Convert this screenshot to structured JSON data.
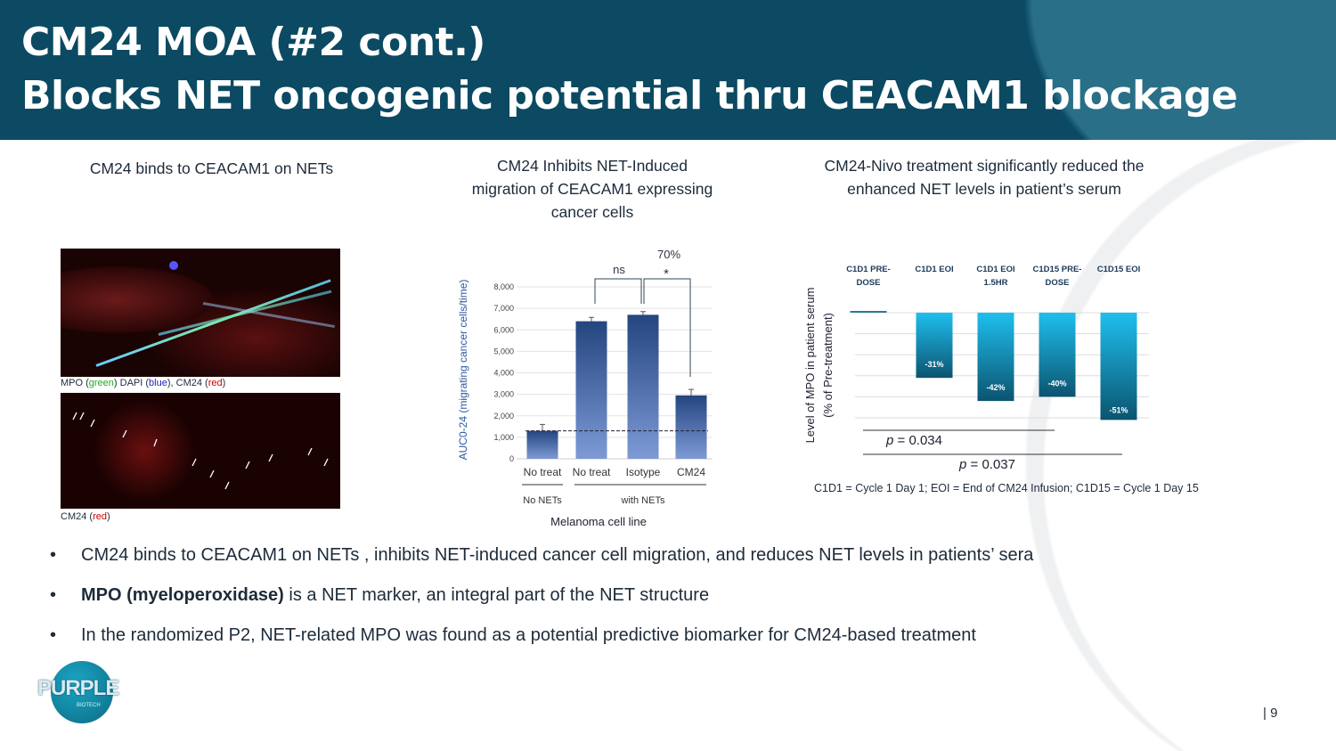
{
  "header": {
    "title_line1": "CM24 MOA (#2 cont.)",
    "title_line2": "Blocks NET oncogenic potential thru CEACAM1 blockage"
  },
  "panel1": {
    "caption": "CM24 binds to CEACAM1 on NETs",
    "image1_legend": {
      "mpo": "MPO (",
      "green": "green",
      "dapi": ") DAPI (",
      "blue": "blue",
      "cm24": "), CM24 (",
      "red": "red",
      "end": ")"
    },
    "image2_legend": {
      "cm24": "CM24 (",
      "red": "red",
      "end": ")"
    }
  },
  "panel2": {
    "caption_lines": [
      "CM24 Inhibits NET-Induced",
      "migration of CEACAM1 expressing",
      "cancer cells"
    ]
  },
  "panel3": {
    "caption_lines": [
      "CM24-Nivo treatment significantly reduced the",
      "enhanced NET levels in patient’s serum"
    ],
    "footnote": "C1D1 = Cycle 1 Day 1; EOI = End of CM24 Infusion; C1D15 = Cycle 1 Day 15"
  },
  "chart_data": [
    {
      "type": "bar",
      "title": "",
      "ylabel": "AUC0-24 (migrating cancer cells/time)",
      "xlabel": "Melanoma cell line",
      "ylim": [
        0,
        8000
      ],
      "yticks": [
        "0",
        "1,000",
        "2,000",
        "3,000",
        "4,000",
        "5,000",
        "6,000",
        "7,000",
        "8,000"
      ],
      "categories": [
        "No treat",
        "No treat",
        "Isotype",
        "CM24"
      ],
      "values": [
        1300,
        6400,
        6700,
        2950
      ],
      "errors": [
        300,
        180,
        150,
        280
      ],
      "groups": [
        {
          "label": "No NETs"
        },
        {
          "label": "with NETs"
        }
      ],
      "baseline_dashed": 1300,
      "annotations": [
        "ns",
        "70%",
        "*"
      ]
    },
    {
      "type": "bar",
      "ylabel": "Level of MPO in patient serum (% of Pre-treatment)",
      "categories": [
        "C1D1 PRE-DOSE",
        "C1D1 EOI",
        "C1D1 EOI 1.5HR",
        "C1D15 PRE-DOSE",
        "C1D15 EOI"
      ],
      "category_lines": [
        [
          "C1D1 PRE-",
          "DOSE"
        ],
        [
          "C1D1 EOI"
        ],
        [
          "C1D1 EOI",
          "1.5HR"
        ],
        [
          "C1D15 PRE-",
          "DOSE"
        ],
        [
          "C1D15 EOI"
        ]
      ],
      "values": [
        0,
        -31,
        -42,
        -40,
        -51
      ],
      "data_labels": [
        "",
        "-31%",
        "-42%",
        "-40%",
        "-51%"
      ],
      "ylim": [
        -55,
        0
      ],
      "pvalues": [
        {
          "prefix": "p",
          "text": " = 0.034"
        },
        {
          "prefix": "p",
          "text": " = 0.037"
        }
      ]
    }
  ],
  "bullets": [
    {
      "bold": "",
      "text": "CM24 binds to CEACAM1 on NETs , inhibits NET-induced cancer cell migration, and reduces NET levels in patients’ sera"
    },
    {
      "bold": "MPO (myeloperoxidase)",
      "text": " is a NET marker, an integral part of the NET structure"
    },
    {
      "bold": "",
      "text": "In the randomized P2, NET-related MPO was found as a potential predictive biomarker for CM24-based treatment"
    }
  ],
  "bullet_char": "•",
  "logo": {
    "text": "PURPLE",
    "sub": "BIOTECH"
  },
  "page_number": "| 9",
  "colors": {
    "header": "#0b4a62",
    "bar1_top": "#24457f",
    "bar1_bottom": "#7d9ad6",
    "bar2_top": "#1fbfee",
    "bar2_bottom": "#0b5470"
  }
}
